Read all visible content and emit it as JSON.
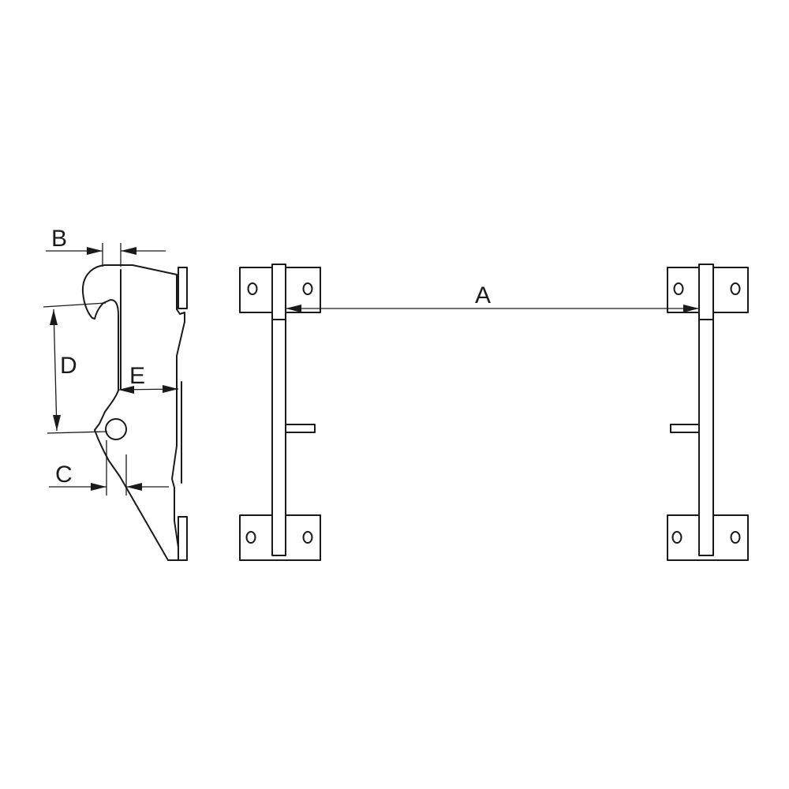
{
  "drawing": {
    "labels": {
      "a": "A",
      "b": "B",
      "c": "C",
      "d": "D",
      "e": "E"
    },
    "line_color": "#1a1a1a",
    "background": "#ffffff"
  }
}
